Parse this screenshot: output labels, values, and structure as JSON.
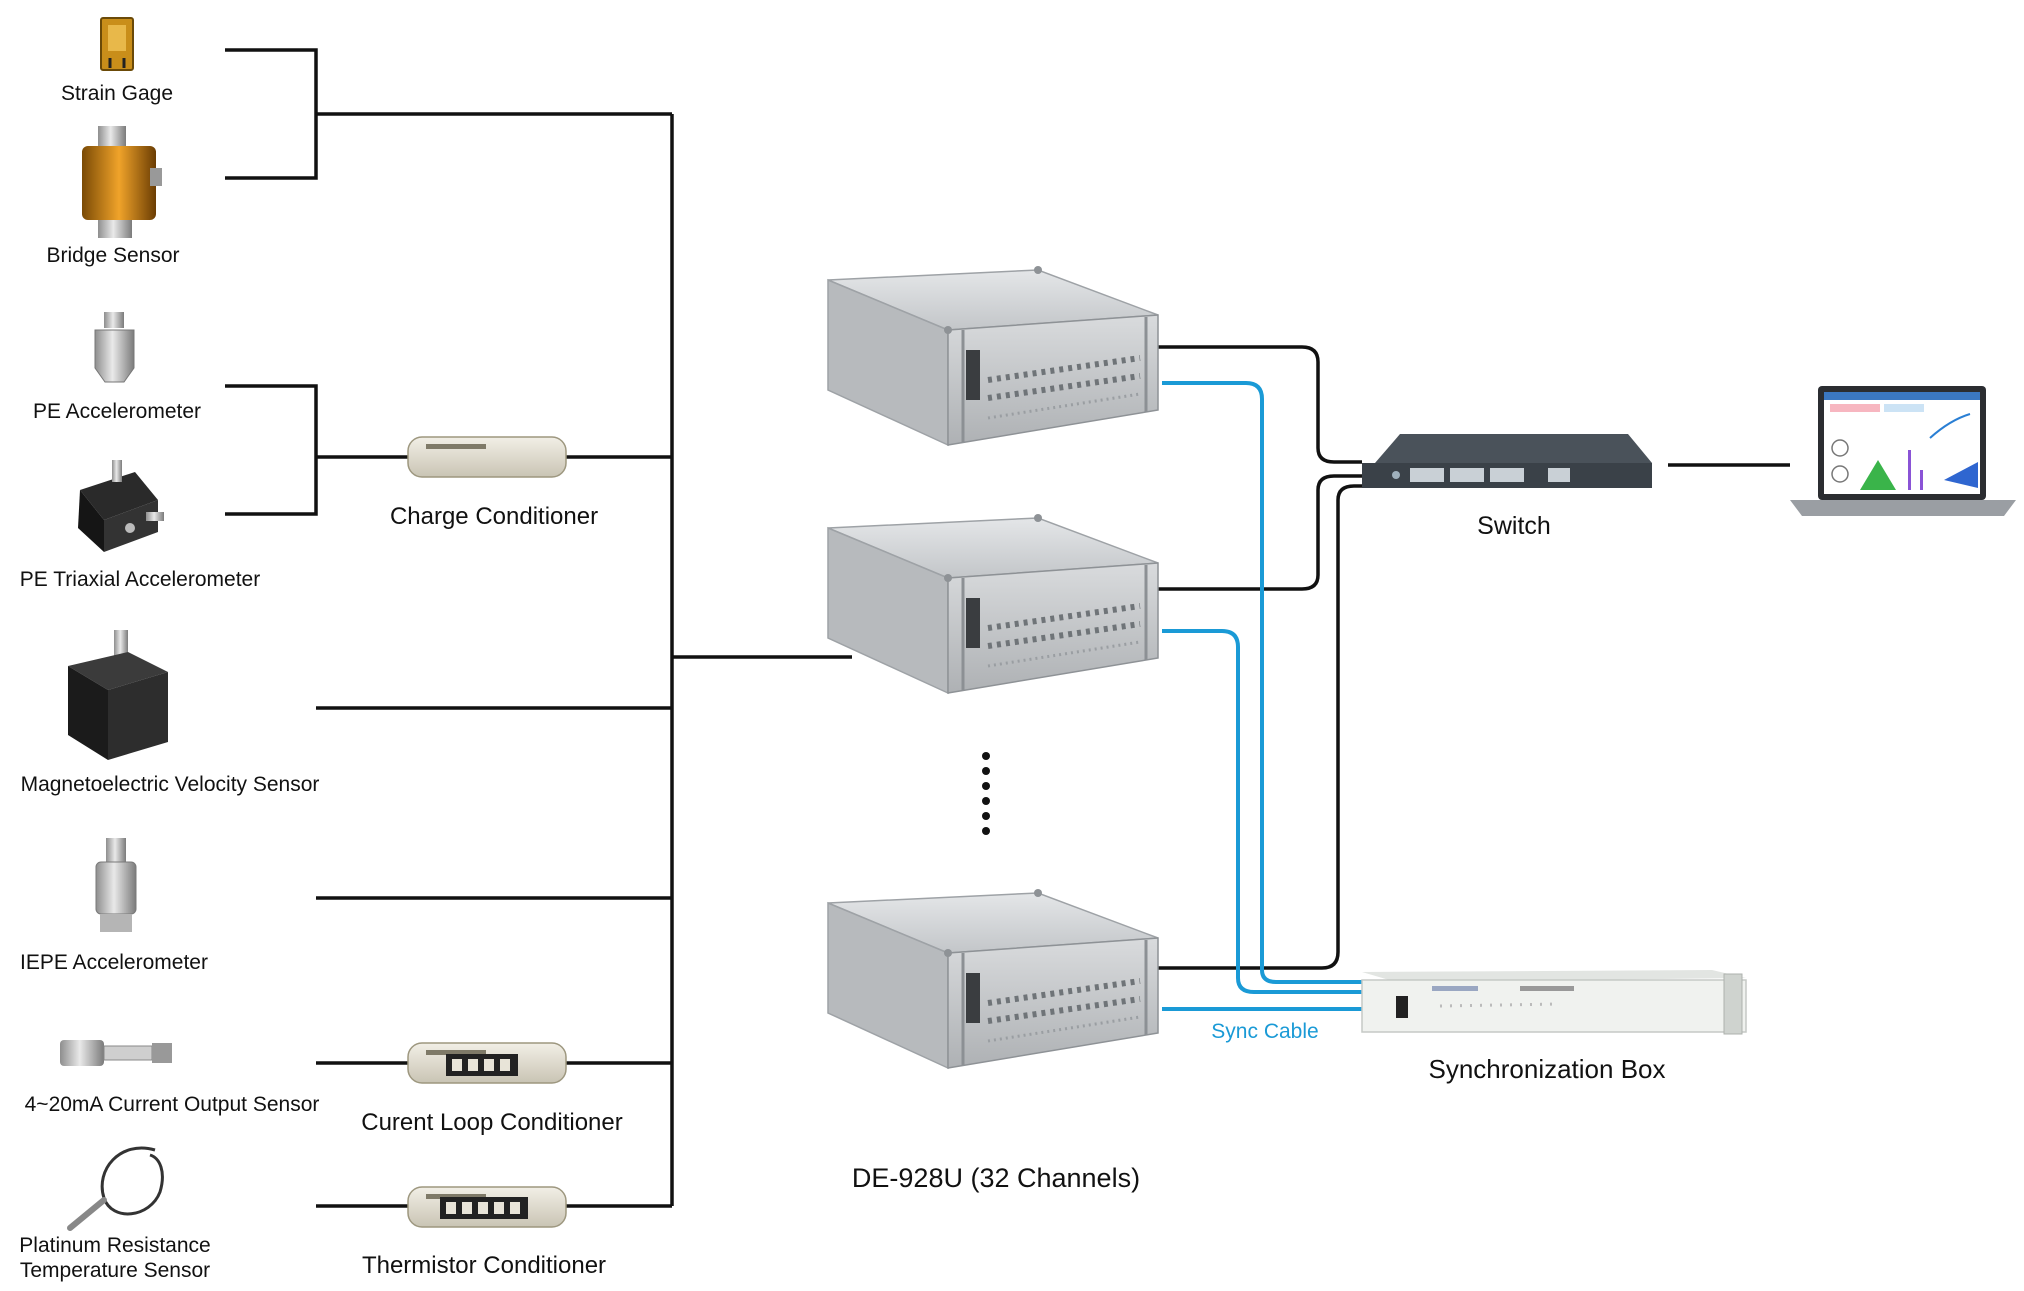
{
  "sensors": {
    "strain_gage": "Strain Gage",
    "bridge_sensor": "Bridge Sensor",
    "pe_accelerometer": "PE Accelerometer",
    "pe_triaxial": "PE Triaxial Accelerometer",
    "magnetoelectric": "Magnetoelectric Velocity Sensor",
    "iepe": "IEPE Accelerometer",
    "current_output": "4~20mA Current Output Sensor",
    "platinum_line1": "Platinum Resistance",
    "platinum_line2": "Temperature Sensor"
  },
  "conditioners": {
    "charge": "Charge Conditioner",
    "current_loop": "Curent Loop Conditioner",
    "thermistor": "Thermistor Conditioner"
  },
  "daq": {
    "label": "DE-928U (32 Channels)"
  },
  "network": {
    "switch": "Switch"
  },
  "sync": {
    "cable": "Sync Cable",
    "box": "Synchronization Box"
  },
  "colors": {
    "line": "#111111",
    "sync": "#1a9ad6",
    "chassis": "#c9ccd0"
  }
}
